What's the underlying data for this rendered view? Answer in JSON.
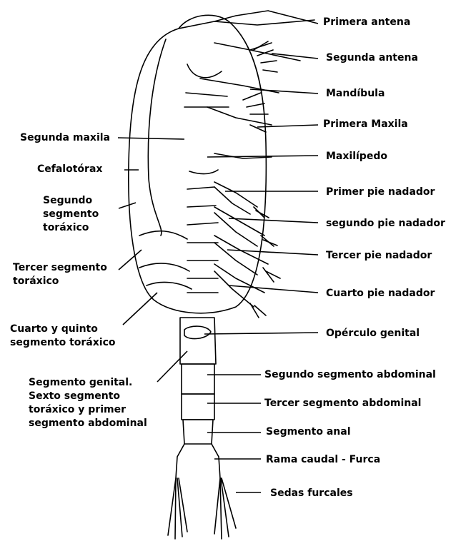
{
  "labels_right": {
    "primera_antena": "Primera antena",
    "segunda_antena": "Segunda antena",
    "mandibula": "Mandíbula",
    "primera_maxila": "Primera Maxila",
    "maxilipedo": "Maxilípedo",
    "primer_pie": "Primer pie nadador",
    "segundo_pie": "segundo pie nadador",
    "tercer_pie": "Tercer pie nadador",
    "cuarto_pie": "Cuarto pie nadador",
    "operculo": "Opérculo genital",
    "segundo_abd": "Segundo segmento abdominal",
    "tercer_abd": "Tercer segmento abdominal",
    "anal": "Segmento anal",
    "rama": "Rama caudal - Furca",
    "sedas": "Sedas furcales"
  },
  "labels_left": {
    "segunda_maxila": "Segunda maxila",
    "cefalotorax": "Cefalotórax",
    "segundo_toracico": "Segundo\nsegmento\ntoráxico",
    "tercer_toracico": "Tercer segmento\ntoráxico",
    "cuarto_quinto": "Cuarto y quinto\nsegmento toráxico",
    "genital": "Segmento genital.\nSexto segmento\ntoráxico y primer\nsegmento abdominal"
  }
}
